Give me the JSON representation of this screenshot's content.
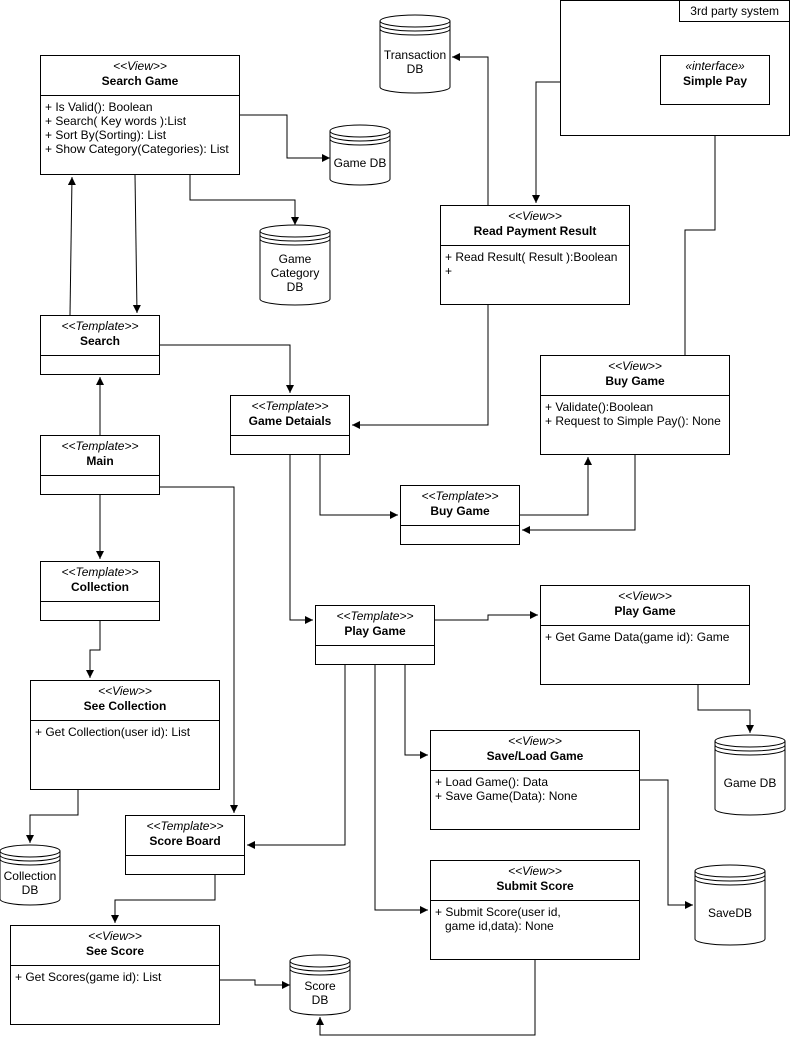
{
  "third_party_system": {
    "label": "3rd party system"
  },
  "classes": {
    "search_game_view": {
      "stereotype": "<<View>>",
      "name": "Search Game",
      "members": [
        "+ Is Valid(): Boolean",
        "+ Search( Key words ):List",
        "+ Sort By(Sorting): List",
        "+ Show Category(Categories): List"
      ]
    },
    "simple_pay_interface": {
      "stereotype": "«interface»",
      "name": "Simple Pay",
      "members": []
    },
    "read_payment_result_view": {
      "stereotype": "<<View>>",
      "name": "Read Payment Result",
      "members": [
        "+ Read Result( Result ):Boolean",
        "+"
      ]
    },
    "search_template": {
      "stereotype": "<<Template>>",
      "name": "Search",
      "members": []
    },
    "game_details_template": {
      "stereotype": "<<Template>>",
      "name": "Game Detaials",
      "members": []
    },
    "buy_game_view": {
      "stereotype": "<<View>>",
      "name": "Buy Game",
      "members": [
        "+ Validate():Boolean",
        "+ Request to Simple Pay(): None"
      ]
    },
    "main_template": {
      "stereotype": "<<Template>>",
      "name": "Main",
      "members": []
    },
    "buy_game_template": {
      "stereotype": "<<Template>>",
      "name": "Buy Game",
      "members": []
    },
    "collection_template": {
      "stereotype": "<<Template>>",
      "name": "Collection",
      "members": []
    },
    "play_game_template": {
      "stereotype": "<<Template>>",
      "name": "Play Game",
      "members": []
    },
    "play_game_view": {
      "stereotype": "<<View>>",
      "name": "Play Game",
      "members": [
        "+ Get Game Data(game id): Game"
      ]
    },
    "see_collection_view": {
      "stereotype": "<<View>>",
      "name": "See Collection",
      "members": [
        "+ Get Collection(user id): List"
      ]
    },
    "save_load_game_view": {
      "stereotype": "<<View>>",
      "name": "Save/Load Game",
      "members": [
        "+ Load Game(): Data",
        "+ Save Game(Data): None"
      ]
    },
    "score_board_template": {
      "stereotype": "<<Template>>",
      "name": "Score Board",
      "members": []
    },
    "submit_score_view": {
      "stereotype": "<<View>>",
      "name": "Submit Score",
      "members": [
        "+ Submit Score(user id,",
        "   game id,data): None"
      ]
    },
    "see_score_view": {
      "stereotype": "<<View>>",
      "name": "See Score",
      "members": [
        "+ Get Scores(game id): List"
      ]
    }
  },
  "databases": {
    "transaction_db": {
      "lines": [
        "Transaction",
        "DB"
      ]
    },
    "game_db_top": {
      "lines": [
        "Game DB"
      ]
    },
    "game_category_db": {
      "lines": [
        "Game",
        "Category",
        "DB"
      ]
    },
    "game_db_bottom": {
      "lines": [
        "Game DB"
      ]
    },
    "collection_db": {
      "lines": [
        "Collection",
        "DB"
      ]
    },
    "save_db": {
      "lines": [
        "SaveDB"
      ]
    },
    "score_db": {
      "lines": [
        "Score",
        "DB"
      ]
    }
  }
}
